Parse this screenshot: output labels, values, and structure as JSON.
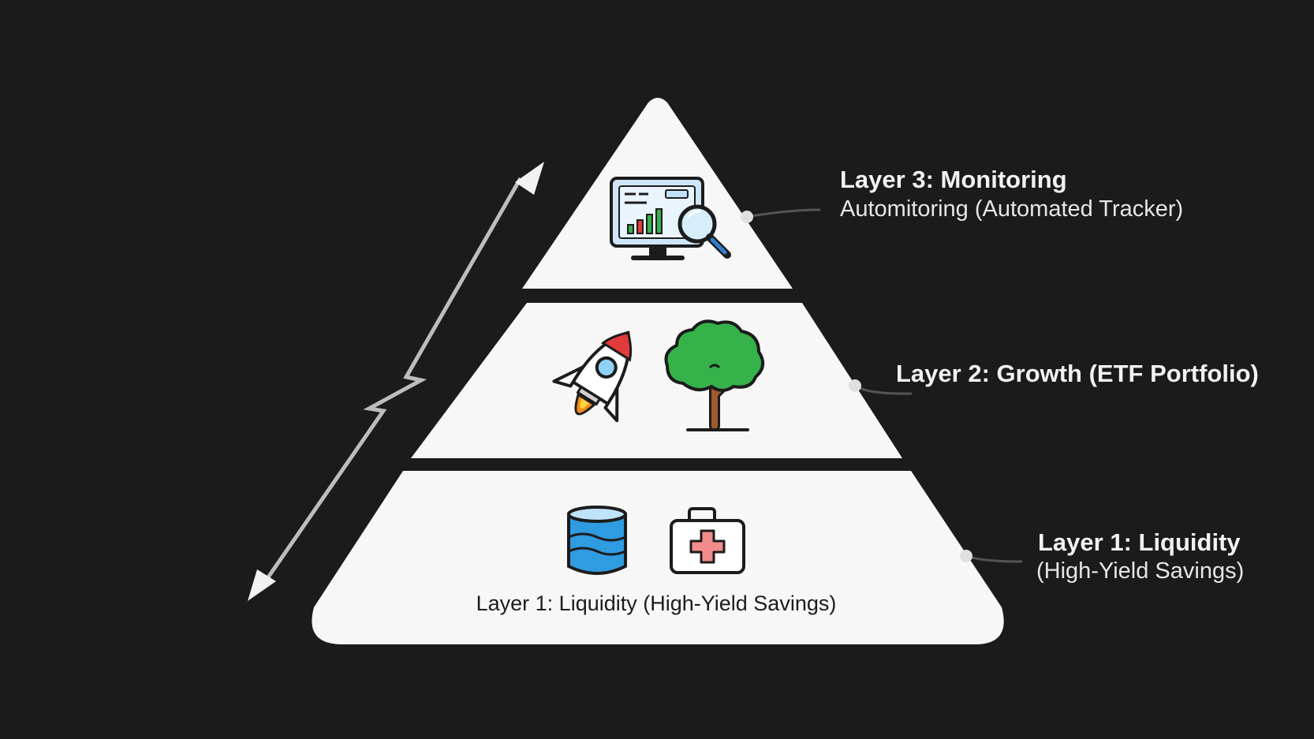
{
  "layers": {
    "top": {
      "title": "Layer 3: Monitoring",
      "subtitle": "Automitoring (Automated Tracker)",
      "icons": [
        "monitor-chart-icon",
        "magnifier-icon"
      ]
    },
    "middle": {
      "title": "Layer 2: Growth (ETF Portfolio)",
      "icons": [
        "rocket-icon",
        "tree-icon"
      ]
    },
    "bottom": {
      "title": "Layer 1: Liquidity",
      "subtitle": "(High-Yield Savings)",
      "inner_label": "Layer 1: Liquidity (High-Yield Savings)",
      "icons": [
        "water-tank-icon",
        "first-aid-kit-icon"
      ]
    }
  },
  "colors": {
    "background": "#1b1b1b",
    "pyramid_fill": "#f7f7f7",
    "arrow": "#cfcfcf",
    "accent_blue": "#2f9be0",
    "accent_green": "#35b24a",
    "accent_red": "#e23b3b",
    "accent_orange": "#f28b1e"
  }
}
